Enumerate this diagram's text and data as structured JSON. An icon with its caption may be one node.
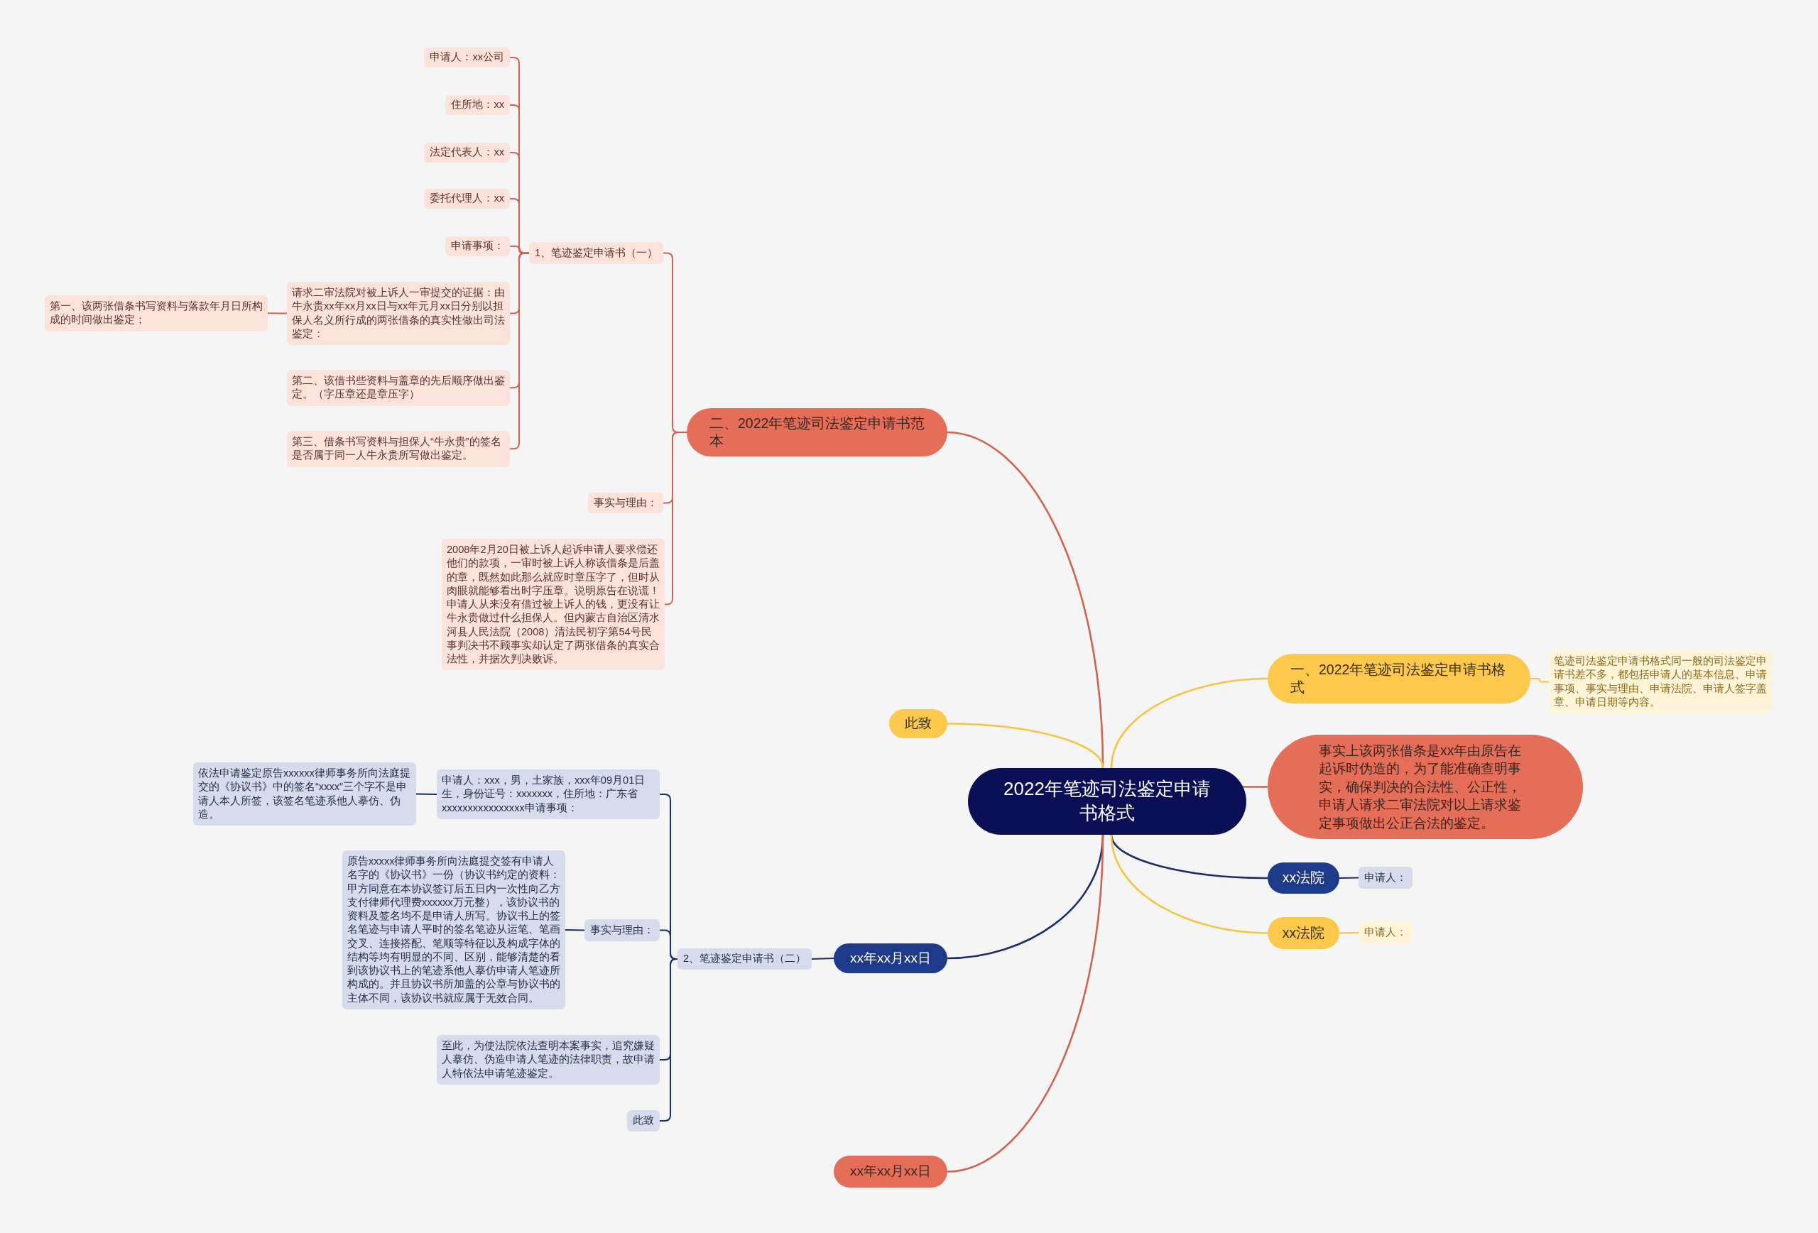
{
  "diagram": {
    "nodes": [
      {
        "text": [
          "2022年笔迹司法鉴定申请书格式"
        ]
      },
      {
        "text": [
          "二、2022年笔迹司法鉴定申请书范本"
        ]
      },
      {
        "text": [
          "1、笔迹鉴定申请书（一）"
        ]
      },
      {
        "text": [
          "申请人：xx公司"
        ]
      },
      {
        "text": [
          "住所地：xx"
        ]
      },
      {
        "text": [
          "法定代表人：xx"
        ]
      },
      {
        "text": [
          "委托代理人：xx"
        ]
      },
      {
        "text": [
          "申请事项："
        ]
      },
      {
        "text": [
          "请求二审法院对被上诉人一审提交的证据：由牛永贵xx年xx月xx日与xx年元月xx日分别以担保人名义所行成的两张借条的真实性做出司法鉴定："
        ]
      },
      {
        "text": [
          "第一、该两张借条书写资料与落款年月日所构成的时间做出鉴定；"
        ]
      },
      {
        "text": [
          "第二、该借书些资料与盖章的先后顺序做出鉴定。（字压章还是章压字）"
        ]
      },
      {
        "text": [
          "第三、借条书写资料与担保人“牛永贵”的签名是否属于同一人牛永贵所写做出鉴定。"
        ]
      },
      {
        "text": [
          "事实与理由："
        ]
      },
      {
        "text": [
          "2008年2月20日被上诉人起诉申请人要求偿还他们的款项，一审时被上诉人称该借条是后盖的章，既然如此那么就应时章压字了，但时从肉眼就能够看出时字压章。说明原告在说谎！申请人从来没有借过被上诉人的钱，更没有让牛永贵做过什么担保人。但内蒙古自治区清水河县人民法院（2008）清法民初字第54号民事判决书不顾事实却认定了两张借条的真实合法性，并据次判决败诉。"
        ]
      },
      {
        "text": [
          "此致"
        ]
      },
      {
        "text": [
          "xx年xx月xx日"
        ]
      },
      {
        "text": [
          "2、笔迹鉴定申请书（二）"
        ]
      },
      {
        "text": [
          "申请人：xxx，男，土家族，xxx年09月01日生，身份证号：xxxxxxx，住所地：广东省xxxxxxxxxxxxxxxx申请事项："
        ]
      },
      {
        "text": [
          "依法申请鉴定原告xxxxxx律师事务所向法庭提交的《协议书》中的签名“xxxx”三个字不是申请人本人所签，该签名笔迹系他人摹仿、伪造。"
        ]
      },
      {
        "text": [
          "事实与理由："
        ]
      },
      {
        "text": [
          "原告xxxxx律师事务所向法庭提交签有申请人名字的《协议书》一份（协议书约定的资料：甲方同意在本协议签订后五日内一次性向乙方支付律师代理费xxxxxx万元整），该协议书的资料及签名均不是申请人所写。协议书上的签名笔迹与申请人平时的签名笔迹从运笔、笔画交叉、连接搭配、笔顺等特征以及构成字体的结构等均有明显的不同、区别，能够清楚的看到该协议书上的笔迹系他人摹仿申请人笔迹所构成的。并且协议书所加盖的公章与协议书的主体不同，该协议书就应属于无效合同。"
        ]
      },
      {
        "text": [
          "至此，为使法院依法查明本案事实，追究嫌疑人摹仿、伪造申请人笔迹的法律职责，故申请人特依法申请笔迹鉴定。"
        ]
      },
      {
        "text": [
          "此致"
        ]
      },
      {
        "text": [
          "xx年xx月xx日"
        ]
      },
      {
        "text": [
          "一、2022年笔迹司法鉴定申请书格式"
        ]
      },
      {
        "text": [
          "笔迹司法鉴定申请书格式同一般的司法鉴定申请书差不多，都包括申请人的基本信息、申请事项、事实与理由、申请法院、申请人签字盖章、申请日期等内容。"
        ]
      },
      {
        "text": [
          "事实上该两张借条是xx年由原告在起诉时伪造的，为了能准确查明事实，确保判决的合法性、公正性，申请人请求二审法院对以上请求鉴定事项做出公正合法的鉴定。"
        ]
      },
      {
        "text": [
          "xx法院"
        ]
      },
      {
        "text": [
          "申请人："
        ]
      },
      {
        "text": [
          "xx法院"
        ]
      },
      {
        "text": [
          "申请人："
        ]
      }
    ],
    "edges": [
      {
        "from": 0,
        "to": 1,
        "arrow": "none"
      },
      {
        "from": 1,
        "to": 2,
        "arrow": "none"
      },
      {
        "from": 2,
        "to": 3,
        "arrow": "none"
      },
      {
        "from": 2,
        "to": 4,
        "arrow": "none"
      },
      {
        "from": 2,
        "to": 5,
        "arrow": "none"
      },
      {
        "from": 2,
        "to": 6,
        "arrow": "none"
      },
      {
        "from": 2,
        "to": 7,
        "arrow": "none"
      },
      {
        "from": 2,
        "to": 8,
        "arrow": "none"
      },
      {
        "from": 2,
        "to": 10,
        "arrow": "none"
      },
      {
        "from": 2,
        "to": 11,
        "arrow": "none"
      },
      {
        "from": 8,
        "to": 9,
        "arrow": "none"
      },
      {
        "from": 1,
        "to": 12,
        "arrow": "none"
      },
      {
        "from": 1,
        "to": 13,
        "arrow": "none"
      },
      {
        "from": 0,
        "to": 14,
        "arrow": "none",
        "color": "#f4c444"
      },
      {
        "from": 0,
        "to": 15,
        "arrow": "none",
        "color": "#1d2d6c"
      },
      {
        "from": 15,
        "to": 16,
        "arrow": "none",
        "color": "#1d2d6c"
      },
      {
        "from": 16,
        "to": 17,
        "arrow": "none",
        "color": "#1d2d6c"
      },
      {
        "from": 17,
        "to": 18,
        "arrow": "none",
        "color": "#1d2d6c"
      },
      {
        "from": 16,
        "to": 19,
        "arrow": "none",
        "color": "#1d2d6c"
      },
      {
        "from": 19,
        "to": 20,
        "arrow": "none",
        "color": "#1d2d6c"
      },
      {
        "from": 16,
        "to": 21,
        "arrow": "none",
        "color": "#1d2d6c"
      },
      {
        "from": 16,
        "to": 22,
        "arrow": "none",
        "color": "#1d2d6c"
      },
      {
        "from": 0,
        "to": 23,
        "arrow": "none"
      },
      {
        "from": 0,
        "to": 24,
        "arrow": "none",
        "color": "#f4c444"
      },
      {
        "from": 24,
        "to": 25,
        "arrow": "none",
        "color": "#f4c444"
      },
      {
        "from": 0,
        "to": 26,
        "arrow": "none"
      },
      {
        "from": 0,
        "to": 27,
        "arrow": "none",
        "color": "#1d2d6c"
      },
      {
        "from": 27,
        "to": 28,
        "arrow": "none",
        "color": "#1d2d6c"
      },
      {
        "from": 0,
        "to": 29,
        "arrow": "none",
        "color": "#f4c444"
      },
      {
        "from": 29,
        "to": 30,
        "arrow": "none",
        "color": "#f4c444"
      }
    ]
  }
}
